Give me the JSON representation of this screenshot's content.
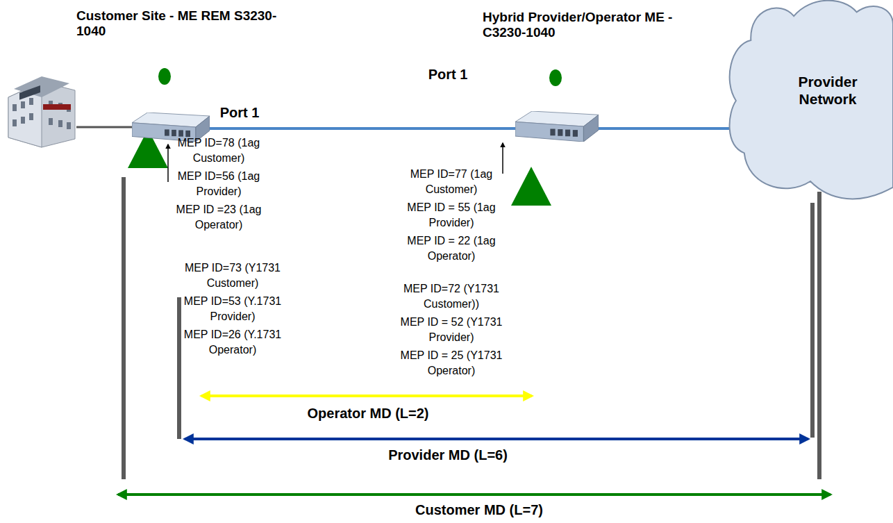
{
  "diagram": {
    "nodes": [
      {
        "text": [
          "Customer Site - ME REM S3230-1040"
        ]
      },
      {
        "text": [
          "Hybrid Provider/Operator ME - C3230-1040"
        ]
      },
      {
        "text": [
          "Provider Network"
        ]
      }
    ],
    "edges": [
      {
        "from": 0,
        "to": 1,
        "arrow": "none"
      },
      {
        "from": 1,
        "to": 2,
        "arrow": "none"
      }
    ],
    "labels": [
      "Port 1",
      "MEP ID=78 (1ag Customer)",
      "MEP ID=56 (1ag Provider)",
      "MEP ID =23 (1ag Operator)",
      "MEP ID=73 (Y1731 Customer)",
      "MEP ID=53 (Y.1731 Provider)",
      "MEP ID=26 (Y.1731 Operator)",
      "Port 1",
      "MEP ID=77 (1ag Customer)",
      "MEP ID = 55 (1ag Provider)",
      "MEP ID = 22 (1ag Operator)",
      "MEP ID=72 (Y1731 Customer))",
      "MEP ID = 52 (Y1731 Provider)",
      "MEP ID = 25 (Y1731 Operator)",
      "Operator MD (L=2)",
      "Provider MD (L=6)",
      "Customer MD (L=7)"
    ]
  }
}
